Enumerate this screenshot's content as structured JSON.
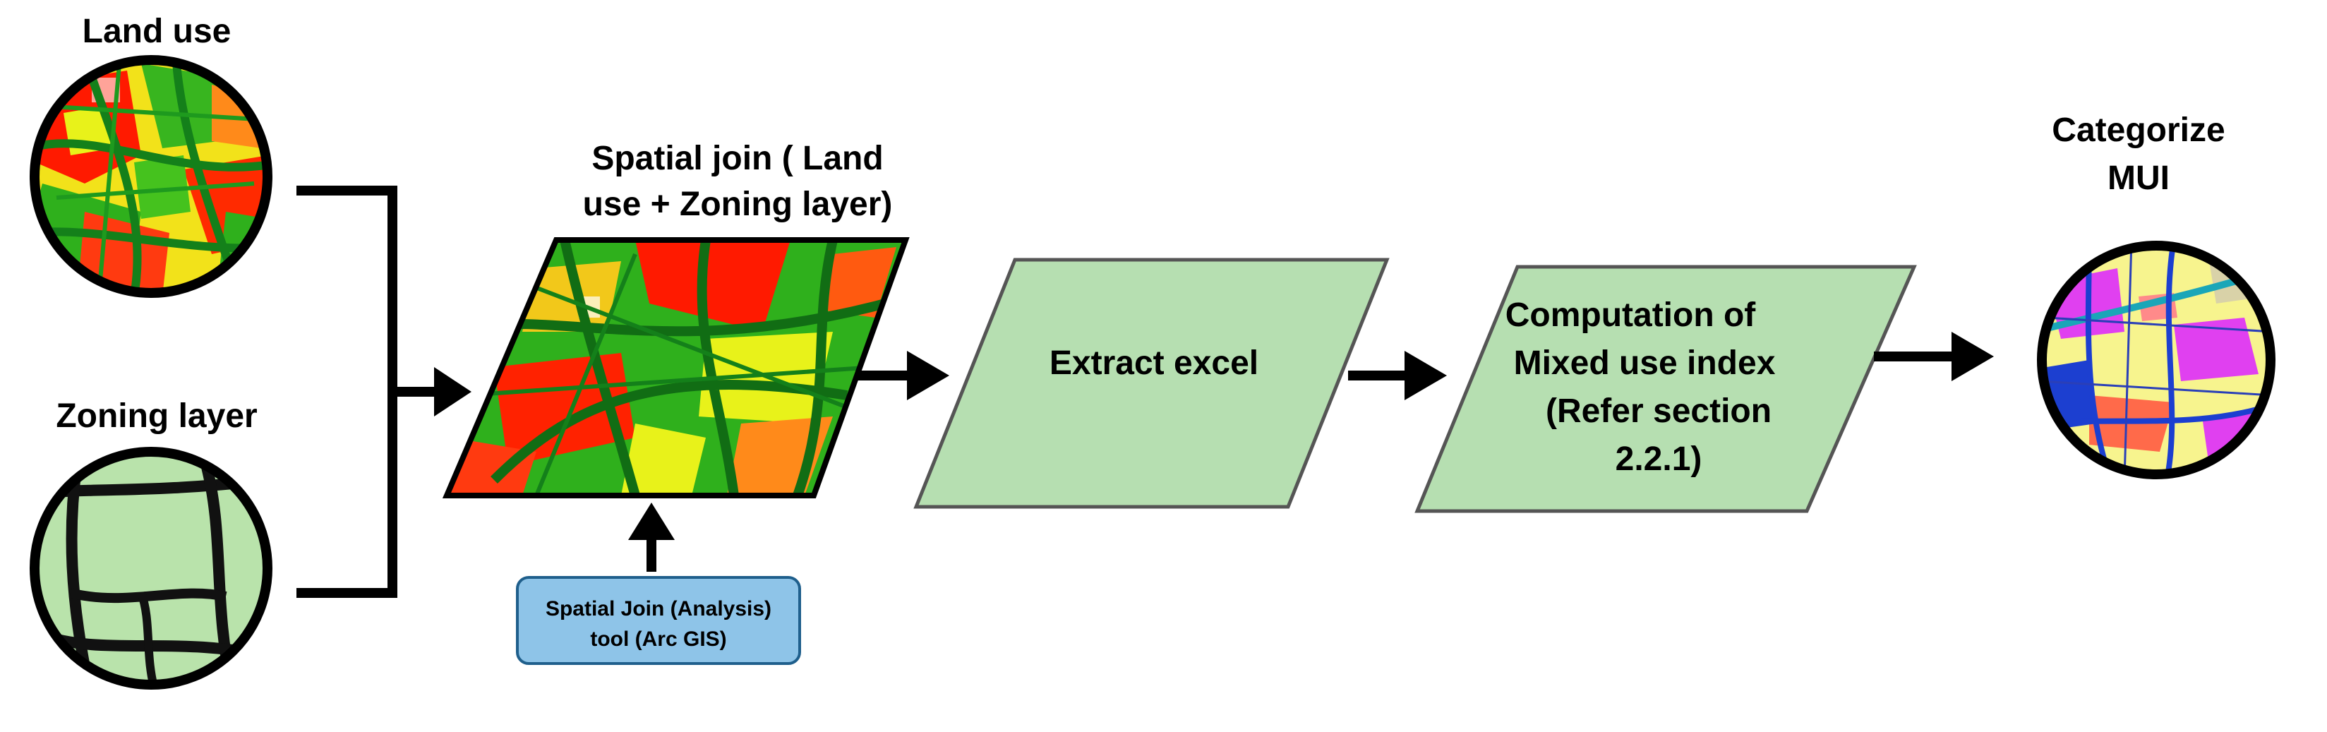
{
  "nodes": {
    "land_use": {
      "label": "Land use"
    },
    "zoning_layer": {
      "label": "Zoning layer"
    },
    "spatial_join": {
      "label_lines": [
        "Spatial join ( Land",
        "use + Zoning layer)"
      ]
    },
    "arcgis_tool": {
      "label_lines": [
        "Spatial Join (Analysis)",
        "tool (Arc GIS)"
      ]
    },
    "extract_excel": {
      "label": "Extract excel"
    },
    "computation": {
      "label_lines": [
        "Computation of",
        "Mixed use index",
        "(Refer section",
        "2.2.1)"
      ]
    },
    "categorize": {
      "label_lines": [
        "Categorize",
        "MUI"
      ]
    }
  },
  "colors": {
    "process_fill": "#b6dfb1",
    "tool_fill": "#8ec4e8",
    "zoning_fill": "#b9e3ab",
    "landuse_red": "#ff1a00",
    "landuse_green": "#2fb01c",
    "landuse_yellow": "#e8f21a",
    "landuse_orange": "#ff8a1a",
    "mui_yellow": "#f7f48e",
    "mui_magenta": "#e040f0",
    "mui_blue": "#1c3fd0",
    "mui_teal": "#1aa6b8"
  },
  "icons": [
    "land-use-map-icon",
    "zoning-map-icon",
    "spatial-join-map-icon",
    "mui-map-icon"
  ]
}
